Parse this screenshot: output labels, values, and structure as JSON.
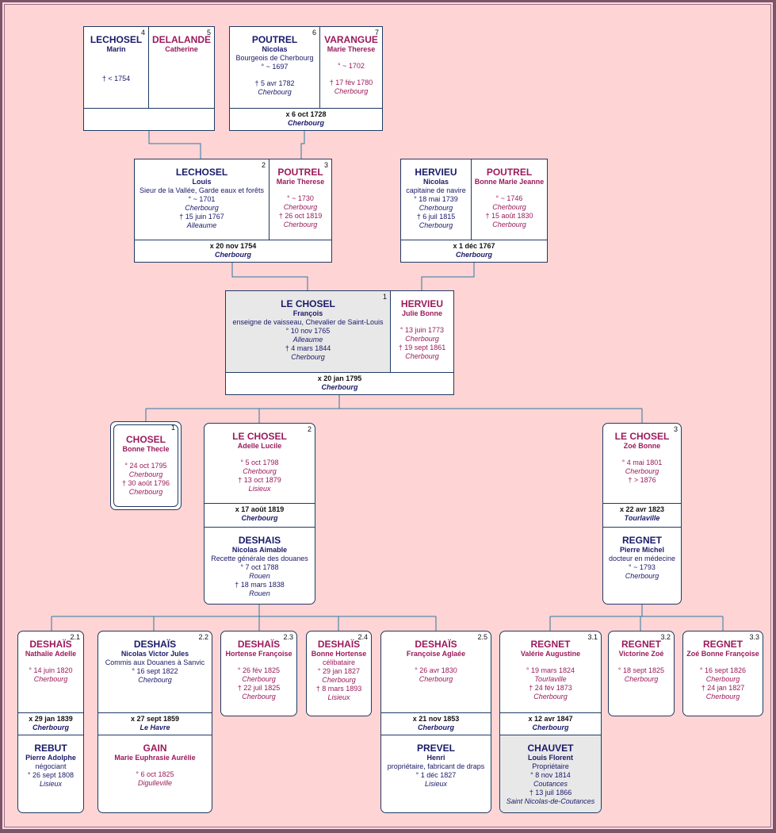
{
  "ancestors": {
    "p4": {
      "num": "4",
      "surname": "LECHOSEL",
      "first": "Marin",
      "lines": [],
      "death": "† < 1754"
    },
    "p5": {
      "num": "5",
      "surname": "DELALANDE",
      "first": "Catherine",
      "lines": []
    },
    "p6": {
      "num": "6",
      "surname": "POUTREL",
      "first": "Nicolas",
      "occ": "Bourgeois de Cherbourg",
      "birth": "° ~ 1697",
      "death": "† 5 avr 1782",
      "death_place": "Cherbourg"
    },
    "p7": {
      "num": "7",
      "surname": "VARANGUE",
      "first": "Marie Therese",
      "birth": "° ~ 1702",
      "death": "† 17 fév 1780",
      "death_place": "Cherbourg"
    },
    "m67": {
      "date": "x 6 oct 1728",
      "place": "Cherbourg"
    },
    "p2": {
      "num": "2",
      "surname": "LECHOSEL",
      "first": "Louis",
      "occ": "Sieur de la Vallée, Garde eaux et forêts",
      "birth": "° ~ 1701",
      "birth_place": "Cherbourg",
      "death": "† 15 juin 1767",
      "death_place": "Alleaume"
    },
    "p3": {
      "num": "3",
      "surname": "POUTREL",
      "first": "Marie Therese",
      "birth": "° ~ 1730",
      "birth_place": "Cherbourg",
      "death": "† 26 oct 1819",
      "death_place": "Cherbourg"
    },
    "m23": {
      "date": "x 20 nov 1754",
      "place": "Cherbourg"
    },
    "hh": {
      "surname": "HERVIEU",
      "first": "Nicolas",
      "occ": "capitaine de navire",
      "birth": "° 18 mai 1739",
      "birth_place": "Cherbourg",
      "death": "† 6 juil 1815",
      "death_place": "Cherbourg"
    },
    "hw": {
      "surname": "POUTREL",
      "first": "Bonne Marie Jeanne",
      "birth": "° ~ 1746",
      "birth_place": "Cherbourg",
      "death": "† 15 août 1830",
      "death_place": "Cherbourg"
    },
    "mhh": {
      "date": "x 1 déc 1767",
      "place": "Cherbourg"
    }
  },
  "root": {
    "p1": {
      "num": "1",
      "surname": "LE CHOSEL",
      "first": "François",
      "occ": "enseigne de vaisseau, Chevalier de Saint-Louis",
      "birth": "° 10 nov 1765",
      "birth_place": "Alleaume",
      "death": "† 4 mars 1844",
      "death_place": "Cherbourg"
    },
    "wife": {
      "surname": "HERVIEU",
      "first": "Julie Bonne",
      "birth": "° 13 juin 1773",
      "birth_place": "Cherbourg",
      "death": "† 19 sept 1861",
      "death_place": "Cherbourg"
    },
    "marr": {
      "date": "x 20 jan 1795",
      "place": "Cherbourg"
    }
  },
  "children": {
    "c1": {
      "num": "1",
      "surname": "CHOSEL",
      "first": "Bonne Thecle",
      "birth": "° 24 oct 1795",
      "birth_place": "Cherbourg",
      "death": "† 30 août 1796",
      "death_place": "Cherbourg"
    },
    "c2": {
      "num": "2",
      "surname": "LE CHOSEL",
      "first": "Adelle Lucile",
      "birth": "° 5 oct 1798",
      "birth_place": "Cherbourg",
      "death": "† 13 oct 1879",
      "death_place": "Lisieux",
      "marr_date": "x 17 août 1819",
      "marr_place": "Cherbourg",
      "sp_surname": "DESHAIS",
      "sp_first": "Nicolas Aimable",
      "sp_occ": "Recette générale des douanes",
      "sp_birth": "° 7 oct 1788",
      "sp_birth_place": "Rouen",
      "sp_death": "† 18 mars 1838",
      "sp_death_place": "Rouen"
    },
    "c3": {
      "num": "3",
      "surname": "LE CHOSEL",
      "first": "Zoé Bonne",
      "birth": "° 4 mai 1801",
      "birth_place": "Cherbourg",
      "death": "† > 1876",
      "marr_date": "x 22 avr 1823",
      "marr_place": "Tourlaville",
      "sp_surname": "REGNET",
      "sp_first": "Pierre Michel",
      "sp_occ": "docteur en médecine",
      "sp_birth": "° ~ 1793",
      "sp_birth_place": "Cherbourg"
    }
  },
  "grandchildren": {
    "g21": {
      "num": "2.1",
      "surname": "DESHAÏS",
      "first": "Nathalie Adelle",
      "birth": "° 14 juin 1820",
      "birth_place": "Cherbourg",
      "marr_date": "x 29 jan 1839",
      "marr_place": "Cherbourg",
      "sp_surname": "REBUT",
      "sp_first": "Pierre Adolphe",
      "sp_occ": "négociant",
      "sp_birth": "° 26 sept 1808",
      "sp_birth_place": "Lisieux"
    },
    "g22": {
      "num": "2.2",
      "surname": "DESHAÏS",
      "first": "Nicolas Victor Jules",
      "occ": "Commis aux Douanes à Sanvic",
      "birth": "° 16 sept 1822",
      "birth_place": "Cherbourg",
      "marr_date": "x 27 sept 1859",
      "marr_place": "Le Havre",
      "sp_surname": "GAIN",
      "sp_first": "Marie Euphrasie Aurélie",
      "sp_birth": "° 6 oct 1825",
      "sp_birth_place": "Digulleville"
    },
    "g23": {
      "num": "2.3",
      "surname": "DESHAÏS",
      "first": "Hortense Françoise",
      "birth": "° 26 fév 1825",
      "birth_place": "Cherbourg",
      "death": "† 22 juil 1825",
      "death_place": "Cherbourg"
    },
    "g24": {
      "num": "2.4",
      "surname": "DESHAÏS",
      "first": "Bonne Hortense",
      "occ": "célibataire",
      "birth": "° 29 jan 1827",
      "birth_place": "Cherbourg",
      "death": "† 8 mars 1893",
      "death_place": "Lisieux"
    },
    "g25": {
      "num": "2.5",
      "surname": "DESHAÏS",
      "first": "Françoise Aglaée",
      "birth": "° 26 avr 1830",
      "birth_place": "Cherbourg",
      "marr_date": "x 21 nov 1853",
      "marr_place": "Cherbourg",
      "sp_surname": "PREVEL",
      "sp_first": "Henri",
      "sp_occ": "propriétaire, fabricant de draps",
      "sp_birth": "° 1 déc 1827",
      "sp_birth_place": "Lisieux"
    },
    "g31": {
      "num": "3.1",
      "surname": "REGNET",
      "first": "Valérie Augustine",
      "birth": "° 19 mars 1824",
      "birth_place": "Tourlaville",
      "death": "† 24 fév 1873",
      "death_place": "Cherbourg",
      "marr_date": "x 12 avr 1847",
      "marr_place": "Cherbourg",
      "sp_surname": "CHAUVET",
      "sp_first": "Louis Florent",
      "sp_occ": "Propriétaire",
      "sp_birth": "° 8 nov 1814",
      "sp_birth_place": "Coutances",
      "sp_death": "† 13 juil 1866",
      "sp_death_place": "Saint Nicolas-de-Coutances"
    },
    "g32": {
      "num": "3.2",
      "surname": "REGNET",
      "first": "Victorine Zoé",
      "birth": "° 18 sept 1825",
      "birth_place": "Cherbourg"
    },
    "g33": {
      "num": "3.3",
      "surname": "REGNET",
      "first": "Zoé Bonne Françoise",
      "birth": "° 16 sept 1826",
      "birth_place": "Cherbourg",
      "death": "† 24 jan 1827",
      "death_place": "Cherbourg"
    }
  }
}
